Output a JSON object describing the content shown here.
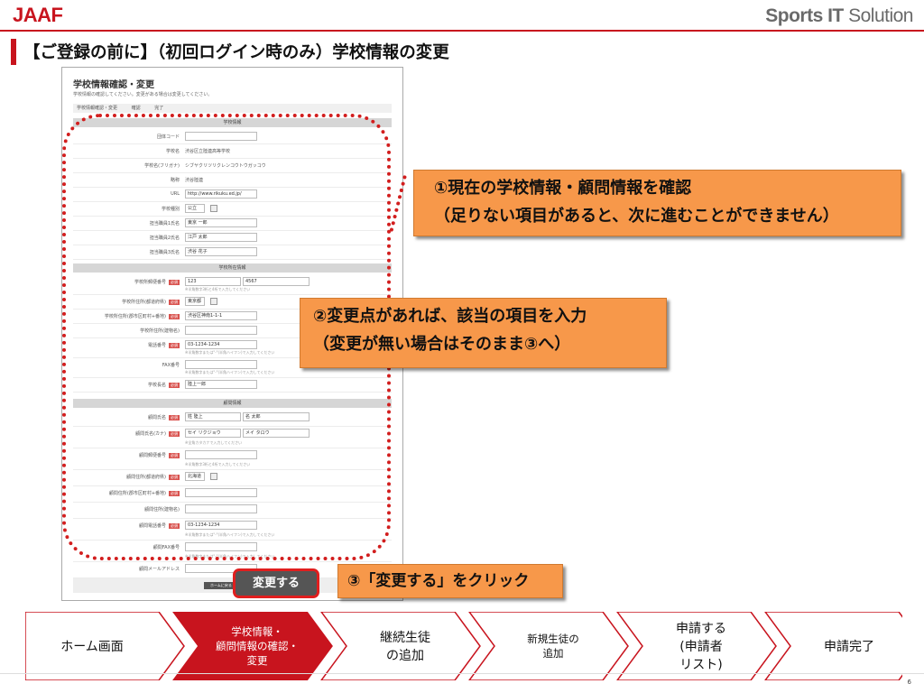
{
  "header": {
    "logo": "JAAF",
    "brand_bold": "Sports IT",
    "brand_rest": " Solution",
    "title": "【ご登録の前に】（初回ログイン時のみ）学校情報の変更"
  },
  "form": {
    "title": "学校情報確認・変更",
    "description": "学校情報の確認してください。変更がある場合は変更してください。",
    "steps": [
      "学校情報確認・変更",
      "確認",
      "完了"
    ],
    "required_badge": "必須",
    "school_section": "学校情報",
    "school_fields": [
      {
        "label": "団体コード",
        "value": ""
      },
      {
        "label": "学校名",
        "value": "渋谷区立陸連高等学校"
      },
      {
        "label": "学校名(フリガナ)",
        "value": "シブヤクリツリクレンコウトウガッコウ"
      },
      {
        "label": "略称",
        "value": "渋谷陸連"
      },
      {
        "label": "URL",
        "value": "http://www.rikuku.ed.jp/"
      },
      {
        "label": "学校種別",
        "value": "公立"
      },
      {
        "label": "担当職員1氏名",
        "value": "東京 一郎"
      },
      {
        "label": "担当職員2氏名",
        "value": "江戸 太郎"
      },
      {
        "label": "担当職員3氏名",
        "value": "渋谷 花子"
      }
    ],
    "address_section": "学校所在情報",
    "address_fields": [
      {
        "label": "学校所郵便番号",
        "required": true,
        "value": "123",
        "value2": "4567",
        "hint": "※半角数字3桁と4桁で入力してください"
      },
      {
        "label": "学校所住所(都道府県)",
        "required": true,
        "value": "東京都"
      },
      {
        "label": "学校所住所(郡市区町村+番地)",
        "required": true,
        "value": "渋谷区神南1-1-1"
      },
      {
        "label": "学校所住所(建物名)",
        "required": false,
        "value": ""
      },
      {
        "label": "電話番号",
        "required": true,
        "value": "03-1234-1234",
        "hint": "※半角数字または\"-\"(半角ハイフン)で入力してください"
      },
      {
        "label": "FAX番号",
        "required": false,
        "value": "",
        "hint": "※半角数字または\"-\"(半角ハイフン)で入力してください"
      },
      {
        "label": "学校長名",
        "required": true,
        "value": "陸上一郎"
      }
    ],
    "advisor_section": "顧問情報",
    "advisor_fields": [
      {
        "label": "顧問氏名",
        "required": true,
        "value": "姓 陸上",
        "value2": "名 太郎"
      },
      {
        "label": "顧問氏名(カナ)",
        "required": true,
        "value": "セイ リクジョウ",
        "value2": "メイ タロウ",
        "hint": "※全角カタカナで入力してください"
      },
      {
        "label": "顧問郵便番号",
        "required": true,
        "value": "",
        "hint": "※半角数字3桁と4桁で入力してください"
      },
      {
        "label": "顧問住所(都道府県)",
        "required": true,
        "value": "北海道"
      },
      {
        "label": "顧問住所(郡市区町村+番地)",
        "required": true,
        "value": ""
      },
      {
        "label": "顧問住所(建物名)",
        "required": false,
        "value": ""
      },
      {
        "label": "顧問電話番号",
        "required": true,
        "value": "03-1234-1234",
        "hint": "※半角数字または\"-\"(半角ハイフン)で入力してください"
      },
      {
        "label": "顧問FAX番号",
        "required": false,
        "value": "",
        "hint": "※半角数字または\"-\"(半角ハイフン)で入力してください"
      },
      {
        "label": "顧問メールアドレス",
        "required": false,
        "value": ""
      }
    ],
    "home_button": "ホームに戻る"
  },
  "callouts": {
    "c1_line1": "①現在の学校情報・顧問情報を確認",
    "c1_line2": "（足りない項目があると、次に進むことができません）",
    "c2_line1": "②変更点があれば、該当の項目を入力",
    "c2_line2": "（変更が無い場合はそのまま③へ）",
    "c3": "③「変更する」をクリック"
  },
  "change_button": "変更する",
  "flow": {
    "steps": [
      {
        "label": "ホーム画面",
        "active": false,
        "small": false
      },
      {
        "label": "学校情報・\n顧問情報の確認・\n変更",
        "active": true,
        "small": true
      },
      {
        "label": "継続生徒\nの追加",
        "active": false,
        "small": false
      },
      {
        "label": "新規生徒の\n追加",
        "active": false,
        "small": true
      },
      {
        "label": "申請する\n(申請者\nリスト)",
        "active": false,
        "small": false
      },
      {
        "label": "申請完了",
        "active": false,
        "small": false
      }
    ],
    "colors": {
      "active_fill": "#c8141e",
      "inactive_fill": "#ffffff",
      "stroke": "#c8141e"
    }
  },
  "page_number": "6"
}
